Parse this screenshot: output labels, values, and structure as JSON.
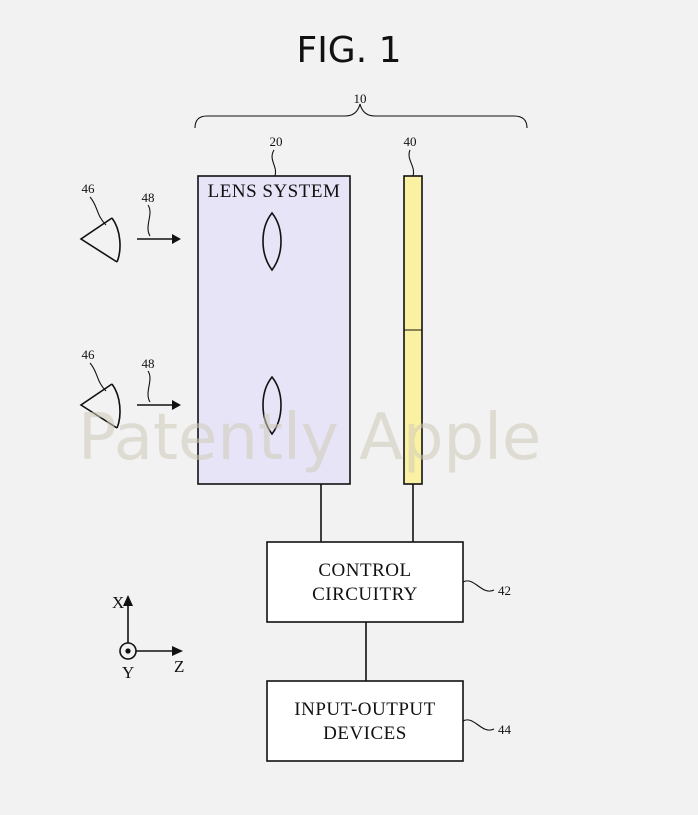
{
  "figure": {
    "title": "FIG. 1"
  },
  "labels": {
    "system_ref": "10",
    "lens_ref": "20",
    "display_ref": "40",
    "control_ref": "42",
    "io_ref": "44",
    "eye_ref_top": "46",
    "eye_ref_bottom": "46",
    "light_ref_top": "48",
    "light_ref_bottom": "48"
  },
  "boxes": {
    "lens_system": "LENS SYSTEM",
    "control_line1": "CONTROL",
    "control_line2": "CIRCUITRY",
    "io_line1": "INPUT-OUTPUT",
    "io_line2": "DEVICES"
  },
  "axes": {
    "x": "X",
    "y": "Y",
    "z": "Z"
  },
  "watermark": "Patently Apple",
  "colors": {
    "background": "#f2f2f2",
    "lens_fill": "#e6e4f6",
    "display_fill": "#faf2a2",
    "box_fill": "#ffffff",
    "stroke": "#111111"
  }
}
